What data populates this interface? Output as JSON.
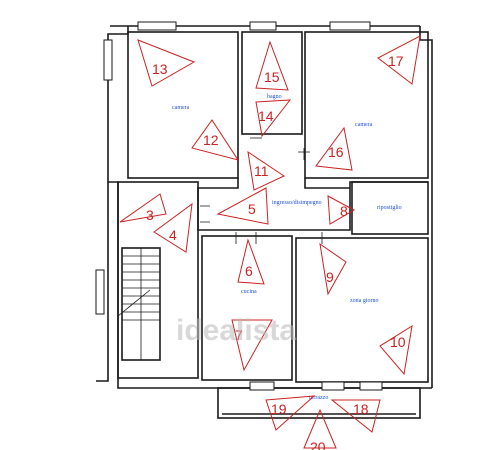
{
  "rooms": {
    "camera_left": "camera",
    "bagno": "bagno",
    "camera_right": "camera",
    "ingresso": "ingresso/disimpegno",
    "ripostiglio": "ripostiglio",
    "cucina": "cucina",
    "zona_giorno": "zona giorno",
    "terrazzo": "terrazzo"
  },
  "markers": [
    "13",
    "15",
    "17",
    "14",
    "12",
    "16",
    "11",
    "3",
    "5",
    "8",
    "4",
    "6",
    "9",
    "7",
    "10",
    "19",
    "18",
    "20"
  ],
  "watermark": "idealista",
  "colors": {
    "walls": "#1a1a1a",
    "markers": "#cc2222",
    "labels": "#1f4fd6"
  }
}
